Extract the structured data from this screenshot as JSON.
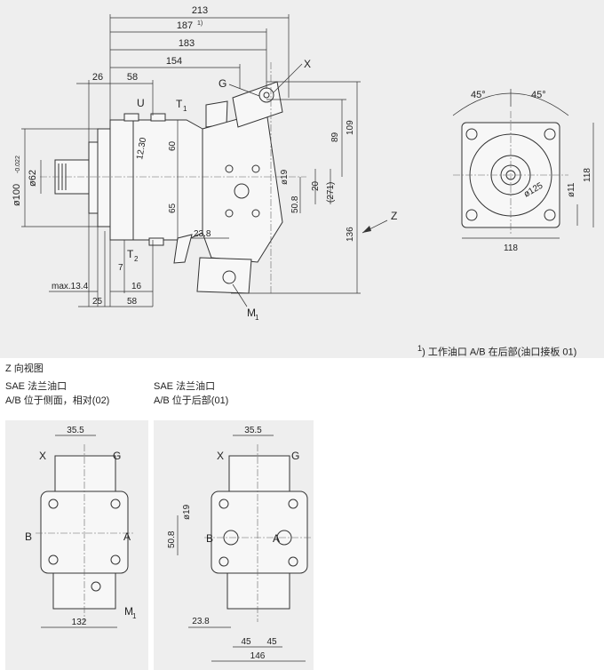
{
  "top_view": {
    "dims": {
      "d213": "213",
      "d187": "187",
      "d187_note": "1)",
      "d183": "183",
      "d154": "154",
      "d58_top": "58",
      "d26": "26",
      "d12_30": "12.30",
      "d60": "60",
      "d65": "65",
      "d19": "ø19",
      "d20": "20",
      "d271": "(271)",
      "d50_8": "50.8",
      "d89": "89",
      "d109": "109",
      "d136": "136",
      "d23_8": "23.8",
      "d7": "7",
      "d16": "16",
      "max13_4": "max.13.4",
      "d25": "25",
      "d58_bottom": "58",
      "d100": "ø100",
      "d100_tol": "-0.022",
      "d62": "ø62"
    },
    "labels": {
      "x": "X",
      "g": "G",
      "u": "U",
      "t1": "T",
      "t1_sub": "1",
      "t2": "T",
      "t2_sub": "2",
      "m1": "M",
      "m1_sub": "1",
      "z": "Z"
    },
    "flange": {
      "angle_left": "45°",
      "angle_right": "45°",
      "d118_h": "118",
      "d118_v": "118",
      "d11": "ø11",
      "d125": "ø125"
    }
  },
  "footnote": {
    "sup": "1",
    "text": ") 工作油口 A/B 在后部(油口接板 01)"
  },
  "z_view": {
    "title": "Z 向视图",
    "left": {
      "line1": "SAE 法兰油口",
      "line2": "A/B 位于侧面，相对(02)",
      "labels": {
        "x": "X",
        "g": "G",
        "b": "B",
        "a": "A",
        "m1": "M",
        "m1_sub": "1"
      },
      "dims": {
        "d35_5": "35.5",
        "d132": "132"
      }
    },
    "right": {
      "line1": "SAE 法兰油口",
      "line2": "A/B 位于后部(01)",
      "labels": {
        "x": "X",
        "g": "G",
        "b": "B",
        "a": "A"
      },
      "dims": {
        "d35_5": "35.5",
        "d19": "ø19",
        "d50_8": "50.8",
        "d23_8": "23.8",
        "d45a": "45",
        "d45b": "45",
        "d146": "146"
      }
    }
  }
}
